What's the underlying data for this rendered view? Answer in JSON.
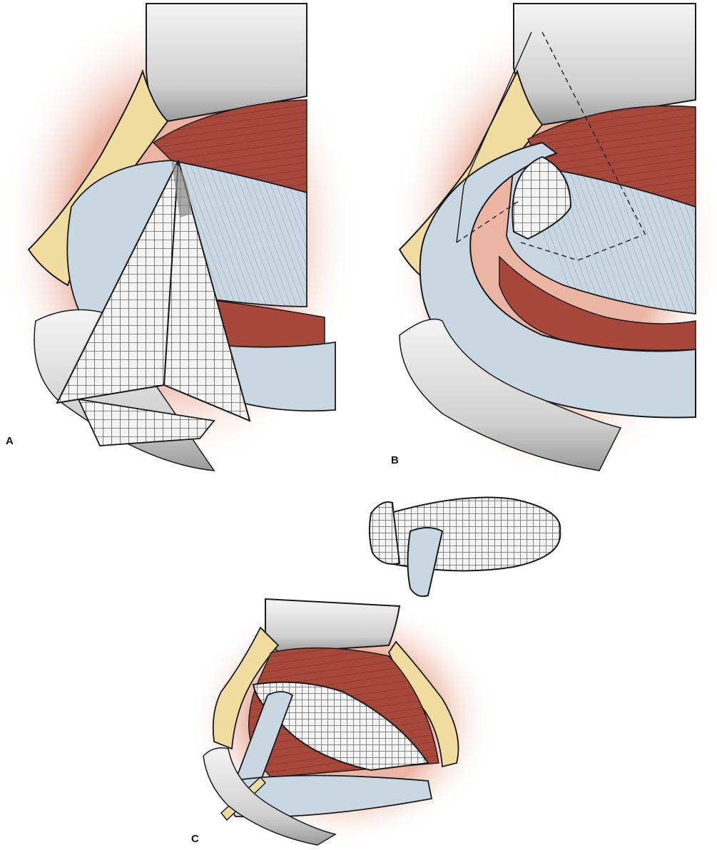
{
  "panels": [
    {
      "label": "A"
    },
    {
      "label": "B"
    },
    {
      "label": "C"
    }
  ],
  "colors": {
    "background": "#ffffff",
    "muscle": "#a8483a",
    "muscle_dark": "#7a2e24",
    "tissue_halo": "#e8a893",
    "fascia": "#c9d7e3",
    "fascia_light": "#dfe8ef",
    "bone": "#f1dca0",
    "retractor": "#d6d6d6",
    "mesh": "#f2f2f2",
    "outline": "#1a1a1a"
  },
  "icons": [
    "mesh-graft-icon",
    "retractor-icon"
  ]
}
